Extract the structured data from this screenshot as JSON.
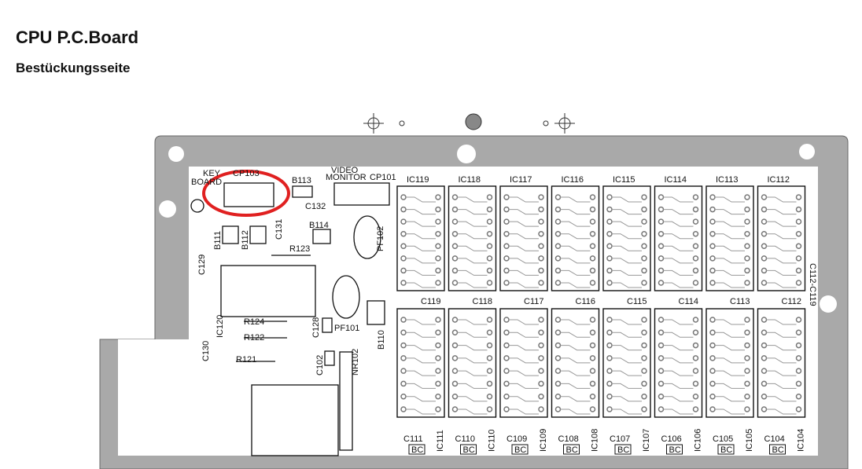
{
  "title": "CPU P.C.Board",
  "subtitle": "Bestückungsseite",
  "labels": {
    "key_board_1": "KEY",
    "key_board_2": "BOARD",
    "cp103": "CP103",
    "b113": "B113",
    "video_1": "VIDEO",
    "video_2": "MONITOR",
    "cp101": "CP101",
    "c132": "C132",
    "b114": "B114",
    "c131": "C131",
    "b111": "B111",
    "b112": "B112",
    "r123": "R123",
    "c129": "C129",
    "pf102": "PF102",
    "pf101": "PF101",
    "r124": "R124",
    "r122": "R122",
    "r121": "R121",
    "ic120": "IC120",
    "c130": "C130",
    "c128": "C128",
    "b110": "B110",
    "c102": "C102",
    "nr102": "NR102",
    "bc": "BC",
    "range_label": "C112-C119"
  },
  "top_ics": [
    "IC119",
    "IC118",
    "IC117",
    "IC116",
    "IC115",
    "IC114",
    "IC113",
    "IC112"
  ],
  "mid_caps": [
    "C119",
    "C118",
    "C117",
    "C116",
    "C115",
    "C114",
    "C113",
    "C112"
  ],
  "bottom_caps": [
    "C111",
    "C110",
    "C109",
    "C108",
    "C107",
    "C106",
    "C105",
    "C104"
  ],
  "bottom_ics": [
    "IC111",
    "IC110",
    "IC109",
    "IC108",
    "IC107",
    "IC106",
    "IC105",
    "IC104"
  ],
  "highlight_color": "#e02020"
}
